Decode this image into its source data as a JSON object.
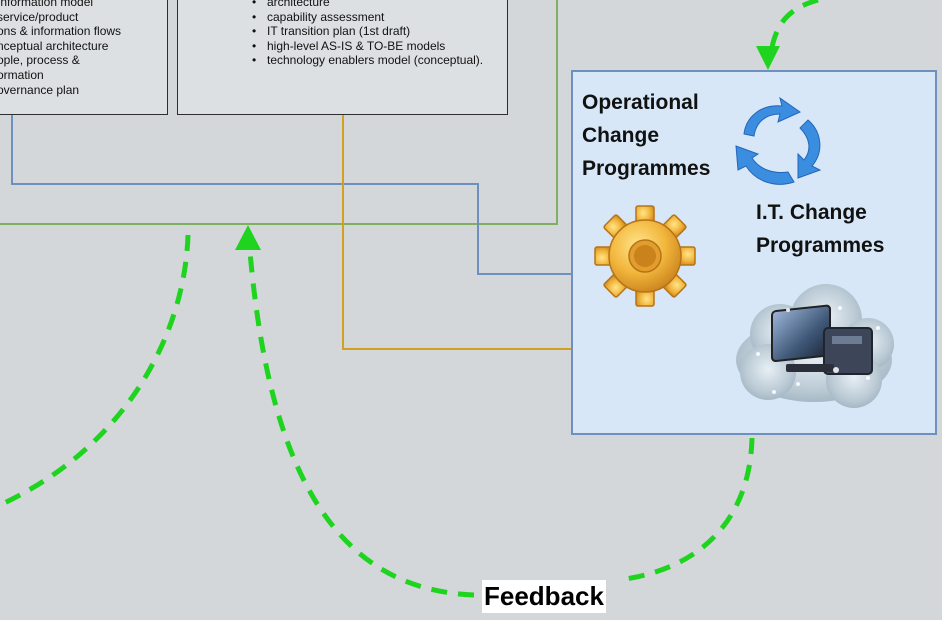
{
  "left_box": {
    "items": [
      "Information model",
      "service/product",
      "ons & information flows",
      "nceptual architecture",
      "ople, process &",
      "ormation",
      "overnance plan"
    ]
  },
  "middle_box": {
    "items": [
      "architecture",
      "capability assessment",
      "IT transition plan (1st draft)",
      "high-level AS-IS & TO-BE models",
      "technology enablers model (conceptual)."
    ]
  },
  "change_panel": {
    "operational_label": "Operational Change Programmes",
    "it_label": "I.T. Change Programmes"
  },
  "feedback_label": "Feedback",
  "icons": {
    "cycle": "cycle-arrows-icon",
    "gear": "gear-icon",
    "cloud": "cloud-computing-icon"
  },
  "colors": {
    "background": "#d4d7da",
    "feedback_arrow": "#1ed41e",
    "green_line": "#7fb062",
    "blue_line": "#6e8fc0",
    "orange_line": "#d4a020",
    "panel_fill": "#d7e7f8",
    "panel_border": "#6e90bf",
    "cycle_arrows": "#3b8de0",
    "gear": "#f0b43a"
  }
}
